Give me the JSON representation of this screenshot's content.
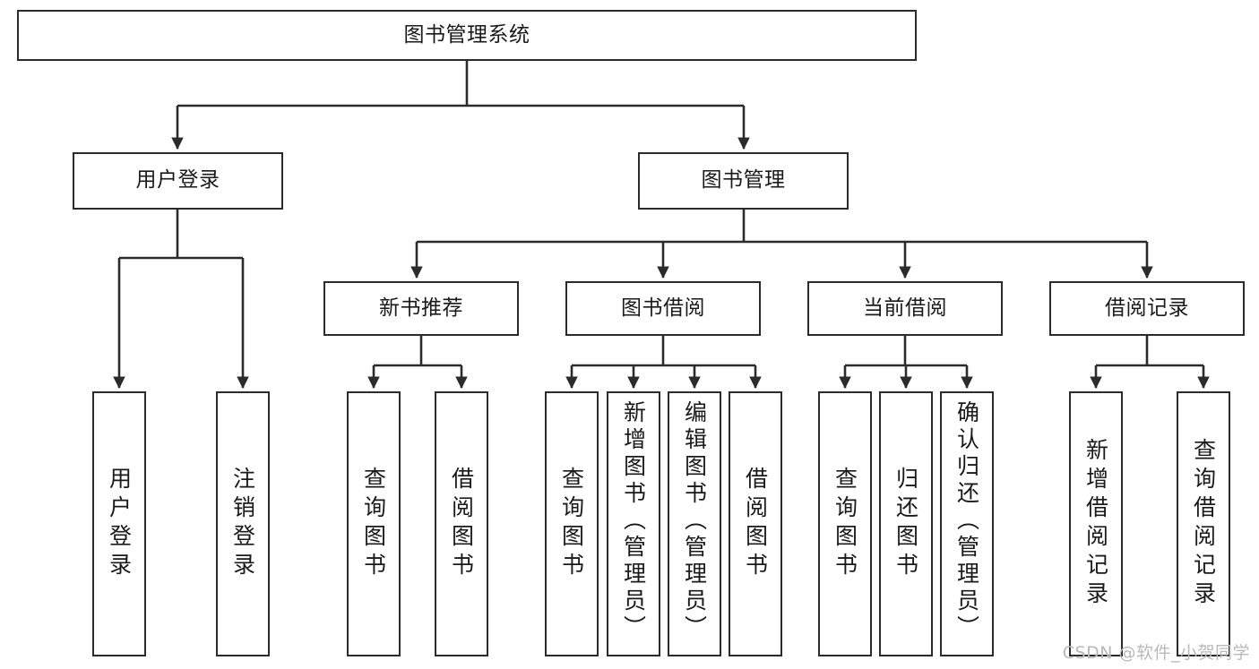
{
  "diagram": {
    "title": "图书管理系统",
    "type": "tree-hierarchy",
    "levels": 4,
    "colors": {
      "box_border": "#2b2b2b",
      "box_fill": "#ffffff",
      "connector": "#2b2b2b",
      "text": "#1a1a1a",
      "watermark": "#b9b9b9",
      "background": "#ffffff"
    }
  },
  "root": {
    "label": "图书管理系统"
  },
  "level2": [
    {
      "label": "用户登录"
    },
    {
      "label": "图书管理"
    }
  ],
  "level3": [
    {
      "label": "新书推荐"
    },
    {
      "label": "图书借阅"
    },
    {
      "label": "当前借阅"
    },
    {
      "label": "借阅记录"
    }
  ],
  "leaves": {
    "user_login": [
      {
        "label": "用户登录"
      },
      {
        "label": "注销登录"
      }
    ],
    "new_book_recommend": [
      {
        "label": "查询图书"
      },
      {
        "label": "借阅图书"
      }
    ],
    "book_borrow": [
      {
        "label": "查询图书"
      },
      {
        "label": "新增图书（管理员）"
      },
      {
        "label": "编辑图书（管理员）"
      },
      {
        "label": "借阅图书"
      }
    ],
    "current_borrow": [
      {
        "label": "查询图书"
      },
      {
        "label": "归还图书"
      },
      {
        "label": "确认归还（管理员）"
      }
    ],
    "borrow_record": [
      {
        "label": "新增借阅记录"
      },
      {
        "label": "查询借阅记录"
      }
    ]
  },
  "watermark": {
    "text": "CSDN @软件_小贺同学"
  }
}
